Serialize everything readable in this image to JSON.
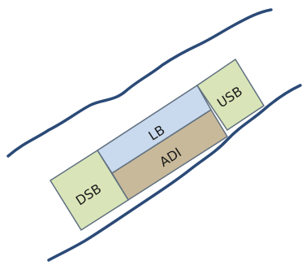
{
  "diagram": {
    "labels": {
      "dsb": "DSB",
      "usb": "USB",
      "lb": "LB",
      "adi": "ADI"
    },
    "colors": {
      "bank_line": "#2b4a77",
      "box_stroke": "#5f6f7f",
      "dsb_fill": "#d9e5b8",
      "usb_fill": "#d9e5b8",
      "lb_fill": "#c9d9ee",
      "adi_fill": "#c8b99a"
    }
  }
}
